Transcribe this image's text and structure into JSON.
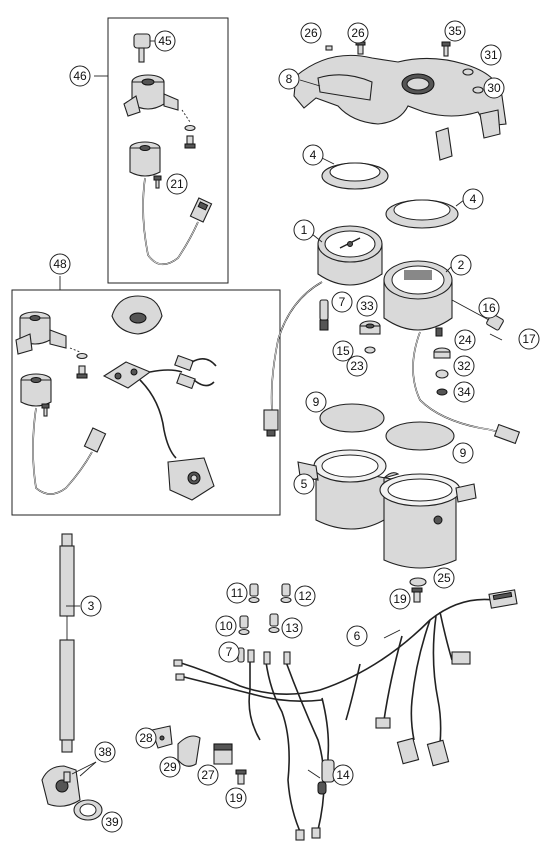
{
  "callouts": [
    {
      "num": "45"
    },
    {
      "num": "46"
    },
    {
      "num": "21"
    },
    {
      "num": "48"
    },
    {
      "num": "26"
    },
    {
      "num": "26"
    },
    {
      "num": "35"
    },
    {
      "num": "31"
    },
    {
      "num": "30"
    },
    {
      "num": "8"
    },
    {
      "num": "4"
    },
    {
      "num": "4"
    },
    {
      "num": "1"
    },
    {
      "num": "2"
    },
    {
      "num": "7"
    },
    {
      "num": "33"
    },
    {
      "num": "16"
    },
    {
      "num": "17"
    },
    {
      "num": "15"
    },
    {
      "num": "23"
    },
    {
      "num": "24"
    },
    {
      "num": "32"
    },
    {
      "num": "34"
    },
    {
      "num": "9"
    },
    {
      "num": "9"
    },
    {
      "num": "5"
    },
    {
      "num": "3"
    },
    {
      "num": "11"
    },
    {
      "num": "12"
    },
    {
      "num": "25"
    },
    {
      "num": "19"
    },
    {
      "num": "10"
    },
    {
      "num": "13"
    },
    {
      "num": "6"
    },
    {
      "num": "7"
    },
    {
      "num": "28"
    },
    {
      "num": "29"
    },
    {
      "num": "27"
    },
    {
      "num": "19"
    },
    {
      "num": "14"
    },
    {
      "num": "38"
    },
    {
      "num": "39"
    }
  ],
  "colors": {
    "line": "#222222",
    "fill": "#d9d9d9",
    "dark": "#555555",
    "background": "#ffffff"
  }
}
